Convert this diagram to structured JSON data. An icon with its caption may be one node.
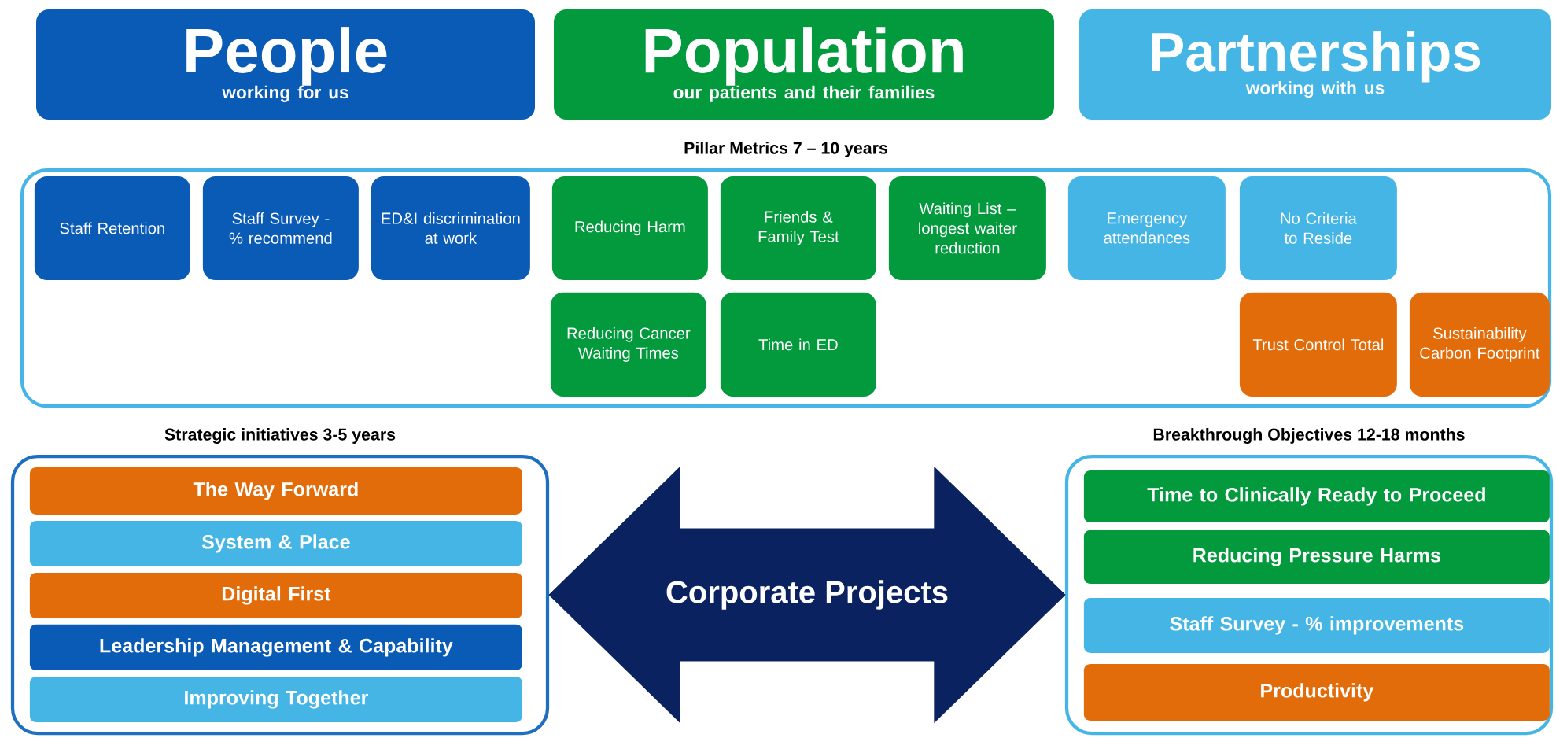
{
  "diagram": {
    "nodes": [
      {
        "text": [
          "People",
          "working for us"
        ]
      },
      {
        "text": [
          "Population",
          "our patients and their families"
        ]
      },
      {
        "text": [
          "Partnerships",
          "working with us"
        ]
      },
      {
        "text": [
          "Pillar Metrics 7 – 10 years"
        ]
      },
      {
        "text": [
          "Staff Retention"
        ],
        "in": 3
      },
      {
        "text": [
          "Staff Survey - % recommend"
        ],
        "in": 3
      },
      {
        "text": [
          "ED&I discrimination at work"
        ],
        "in": 3
      },
      {
        "text": [
          "Reducing Harm"
        ],
        "in": 3
      },
      {
        "text": [
          "Friends & Family Test"
        ],
        "in": 3
      },
      {
        "text": [
          "Waiting List – longest waiter reduction"
        ],
        "in": 3
      },
      {
        "text": [
          "Emergency attendances"
        ],
        "in": 3
      },
      {
        "text": [
          "No Criteria to Reside"
        ],
        "in": 3
      },
      {
        "text": [
          "Reducing Cancer Waiting Times"
        ],
        "in": 3
      },
      {
        "text": [
          "Time in ED"
        ],
        "in": 3
      },
      {
        "text": [
          "Trust Control Total"
        ],
        "in": 3
      },
      {
        "text": [
          "Sustainability Carbon Footprint"
        ],
        "in": 3
      },
      {
        "text": [
          "Strategic initiatives 3-5 years"
        ]
      },
      {
        "text": [
          "The Way Forward"
        ],
        "in": 16
      },
      {
        "text": [
          "System & Place"
        ],
        "in": 16
      },
      {
        "text": [
          "Digital First"
        ],
        "in": 16
      },
      {
        "text": [
          "Leadership Management & Capability"
        ],
        "in": 16
      },
      {
        "text": [
          "Improving Together"
        ],
        "in": 16
      },
      {
        "text": [
          "Breakthrough Objectives 12-18 months"
        ]
      },
      {
        "text": [
          "Time to Clinically Ready to Proceed"
        ],
        "in": 22
      },
      {
        "text": [
          "Reducing Pressure Harms"
        ],
        "in": 22
      },
      {
        "text": [
          "Staff Survey - % improvements"
        ],
        "in": 22
      },
      {
        "text": [
          "Productivity"
        ],
        "in": 22
      }
    ],
    "edges": [
      {
        "from": 16,
        "to": 22,
        "arrow": "both",
        "label": "Corporate Projects"
      }
    ]
  }
}
